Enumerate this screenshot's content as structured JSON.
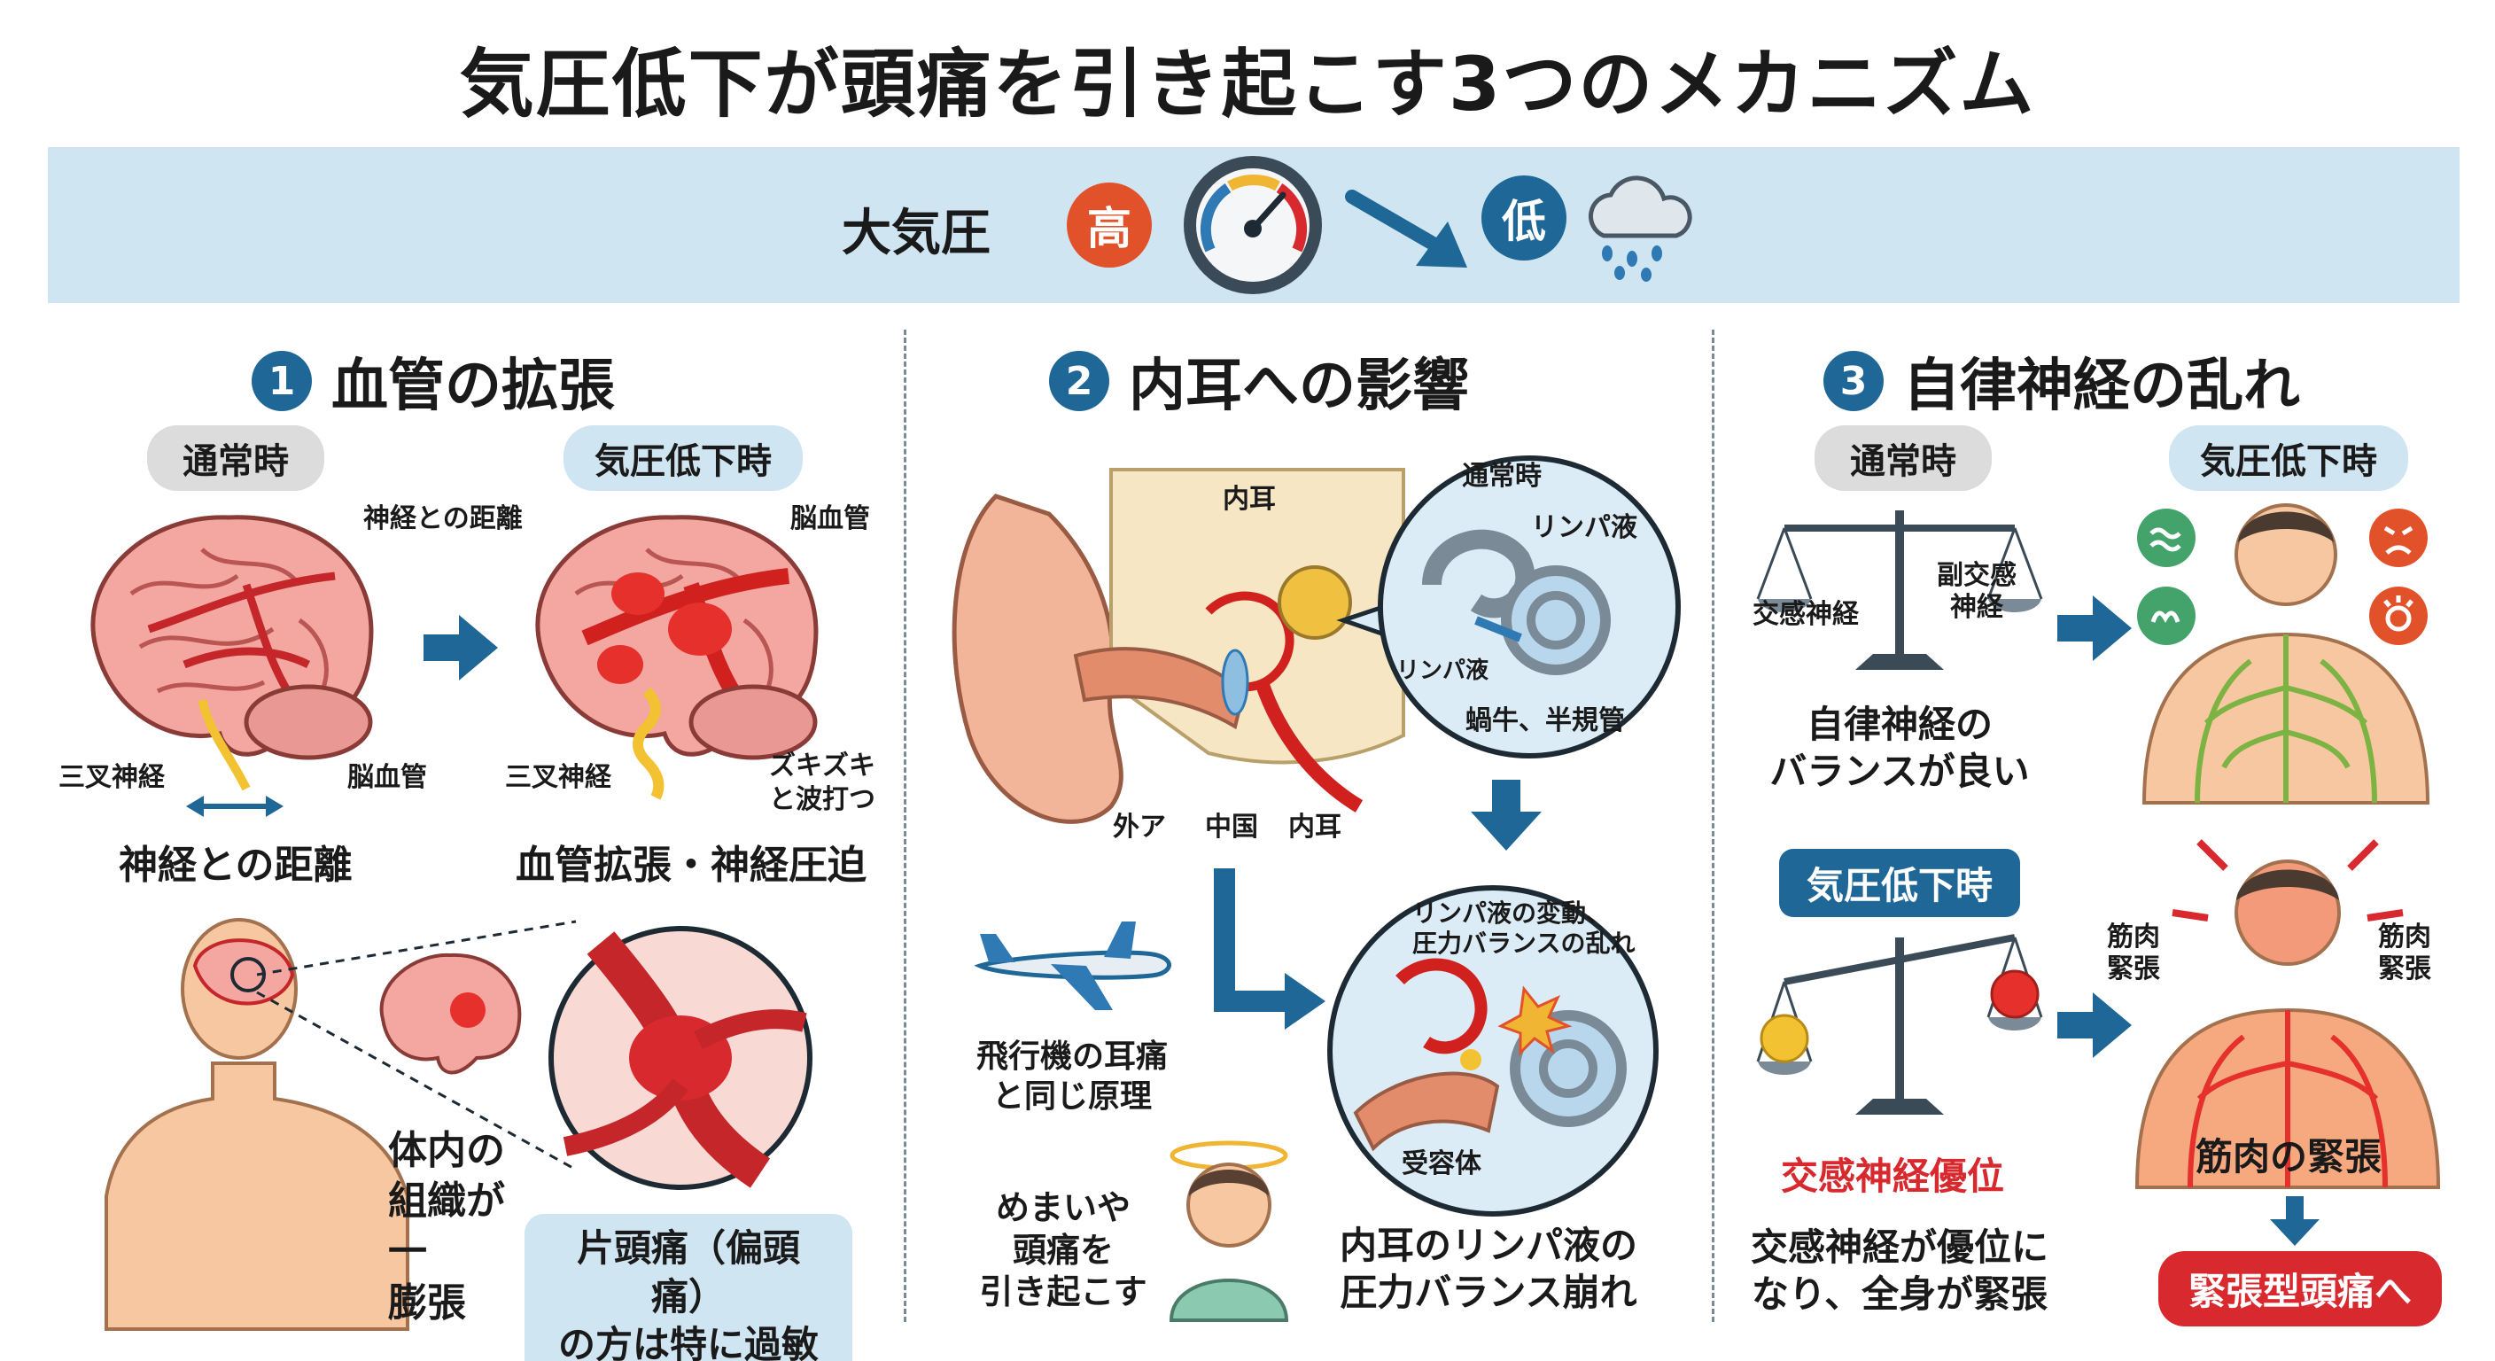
{
  "title": "気圧低下が頭痛を引き起こす3つのメカニズム",
  "banner": {
    "label": "大気圧",
    "high": "高",
    "low": "低"
  },
  "colors": {
    "accent_blue": "#1f6797",
    "banner_bg": "#cfe5f2",
    "high_red": "#e2522a",
    "alert_red": "#d8292f"
  },
  "sections": [
    {
      "number": "1",
      "title": "血管の拡張",
      "tag_normal": "通常時",
      "tag_low": "気圧低下時",
      "label_nerve_distance": "神経との距離",
      "label_trigeminal": "三叉神経",
      "label_vessel": "脳血管",
      "caption_normal": "神経との距離",
      "label_vessel_low": "脳血管",
      "label_trigeminal_low": "三叉神経",
      "label_throb": "ズキズキ\nと波打つ",
      "caption_low": "血管拡張・神経圧迫",
      "body_text": "体内の\n組織が\n一\n膨張",
      "note": "片頭痛（偏頭痛）\nの方は特に過敏"
    },
    {
      "number": "2",
      "title": "内耳への影響",
      "label_inner_ear_top": "内耳",
      "label_outer": "外ア",
      "label_middle": "中国",
      "label_inner": "内耳",
      "bubble_normal": "通常時",
      "bubble_lymph": "リンパ液",
      "bubble_lymph_small": "リンパ液",
      "bubble_cochlea": "蝸牛、半規管",
      "plane_caption": "飛行機の耳痛\nと同じ原理",
      "change_label": "リンパ液の変動、\n圧力バランスの乱れ",
      "receptor": "受容体",
      "dizzy_caption": "めまいや\n頭痛を\n引き起こす",
      "bottom_caption": "内耳のリンパ液の\n圧力バランス崩れ"
    },
    {
      "number": "3",
      "title": "自律神経の乱れ",
      "tag_normal": "通常時",
      "tag_low": "気圧低下時",
      "scale_left": "交感神経",
      "scale_right": "副交感\n神経",
      "balance_caption": "自律神経の\nバランスが良い",
      "tag_low2": "気圧低下時",
      "dominance": "交感神経優位",
      "dominance_caption": "交感神経が優位に\nなり、全身が緊張",
      "muscle_left": "筋肉\n緊張",
      "muscle_right": "筋肉\n緊張",
      "muscle_caption": "筋肉の緊張",
      "result": "緊張型頭痛へ"
    }
  ]
}
